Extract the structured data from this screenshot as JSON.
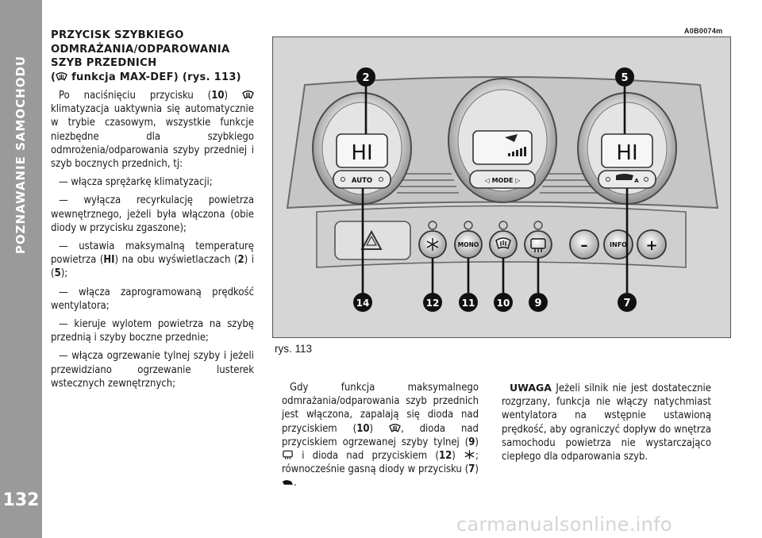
{
  "side": {
    "section_title": "POZNAWANIE SAMOCHODU",
    "page_number": "132"
  },
  "heading": {
    "line1": "PRZYCISK SZYBKIEGO",
    "line2": "ODMRAŻANIA/ODPAROWANIA",
    "line3": "SZYB PRZEDNICH",
    "line4_open": "(",
    "line4_rest": " funkcja MAX-DEF) (rys. 113)"
  },
  "intro": {
    "pre": "Po naciśnięciu przycisku (",
    "num": "10",
    "close": ")",
    "post": " klimatyzacja uaktywnia się automatycznie w trybie czasowym, wszystkie funkcje niezbędne dla szybkiego odmrożenia/odparowania szyby przedniej i szyb bocznych przednich, tj:"
  },
  "bullets": {
    "b1": "— włącza sprężarkę klimatyzacji;",
    "b2": "— wyłącza recyrkulację powietrza wewnętrznego, jeżeli była włączona (obie diody w przycisku zgaszone);",
    "b3_pre": "— ustawia maksymalną temperaturę powietrza (",
    "b3_hi": "HI",
    "b3_mid": ") na obu wyświetlaczach (",
    "b3_n1": "2",
    "b3_and": ") i (",
    "b3_n2": "5",
    "b3_end": ");",
    "b4": "— włącza zaprogramowaną prędkość wentylatora;",
    "b5": "— kieruje wylotem powietrza na szybę przednią i szyby boczne przednie;",
    "b6": "— włącza ogrzewanie tylnej szyby i jeżeli przewidziano ogrzewanie lusterek wstecznych zewnętrznych;"
  },
  "figure": {
    "code": "A0B0074m",
    "caption": "rys. 113",
    "display_left": "HI",
    "display_right": "HI",
    "knob_left_label": "AUTO",
    "knob_center_label": "◁ MODE ▷",
    "knob_right_label": "A",
    "btn_mono": "MONO",
    "btn_info": "INFO",
    "btn_minus": "–",
    "btn_plus": "+",
    "callouts": [
      "2",
      "5",
      "14",
      "12",
      "11",
      "10",
      "9",
      "7"
    ]
  },
  "middle": {
    "t1": "Gdy funkcja maksymalnego odmrażania/odparowania szyb przednich jest włączona, zapalają się dioda nad przyciskiem (",
    "n10": "10",
    "t2": ") ",
    "t3": ", dioda nad przyciskiem ogrzewanej szyby tylnej (",
    "n9": "9",
    "t4": ") ",
    "t5": " i dioda nad przyciskiem (",
    "n12": "12",
    "t6": ") ",
    "t7": "; równocześnie gasną diody w przycisku (",
    "n7": "7",
    "t8": ") ",
    "t9": "."
  },
  "right": {
    "label": "UWAGA",
    "text": " Jeżeli silnik nie jest dostatecznie rozgrzany, funkcja nie włączy natychmiast wentylatora na wstępnie ustawioną prędkość, aby ograniczyć dopływ do wnętrza samochodu powietrza nie wystarczająco ciepłego dla odparowania szyb."
  },
  "watermark": "carmanualsonline.info"
}
